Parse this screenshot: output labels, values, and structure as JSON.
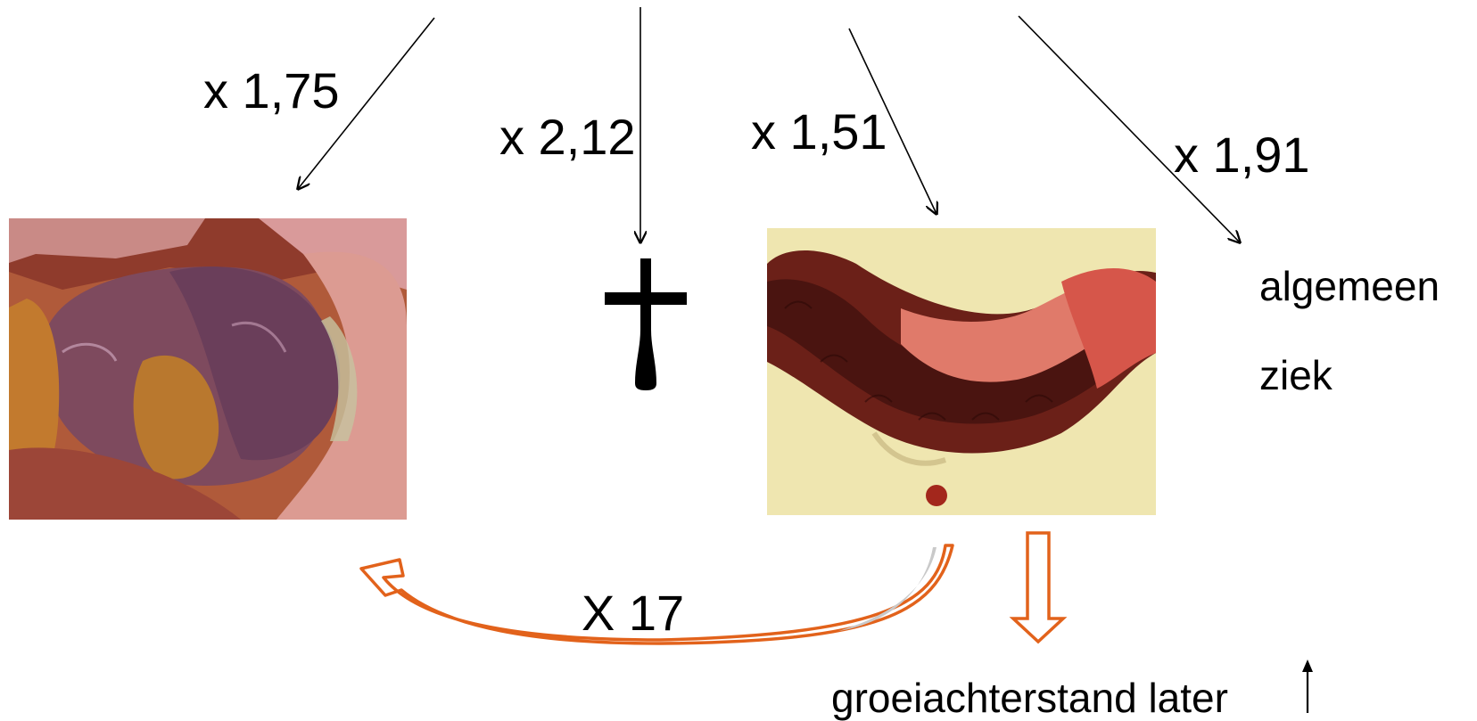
{
  "factors": {
    "lung": "x 1,75",
    "death": "x 2,12",
    "intestine": "x 1,51",
    "general": "x 1,91"
  },
  "outcome_general": {
    "line1": "algemeen",
    "line2": "ziek"
  },
  "intestine_to_lung_factor": "X 17",
  "growth_note": "groeiachterstand later",
  "colors": {
    "line": "#000000",
    "accent": "#e2621b",
    "lung_tissue": "#8a3a1e",
    "intestine_bg": "#efe6b0",
    "intestine_tissue": "#4a1410"
  },
  "icons": {
    "death": "cross-icon",
    "growth": "up-arrow-icon"
  }
}
